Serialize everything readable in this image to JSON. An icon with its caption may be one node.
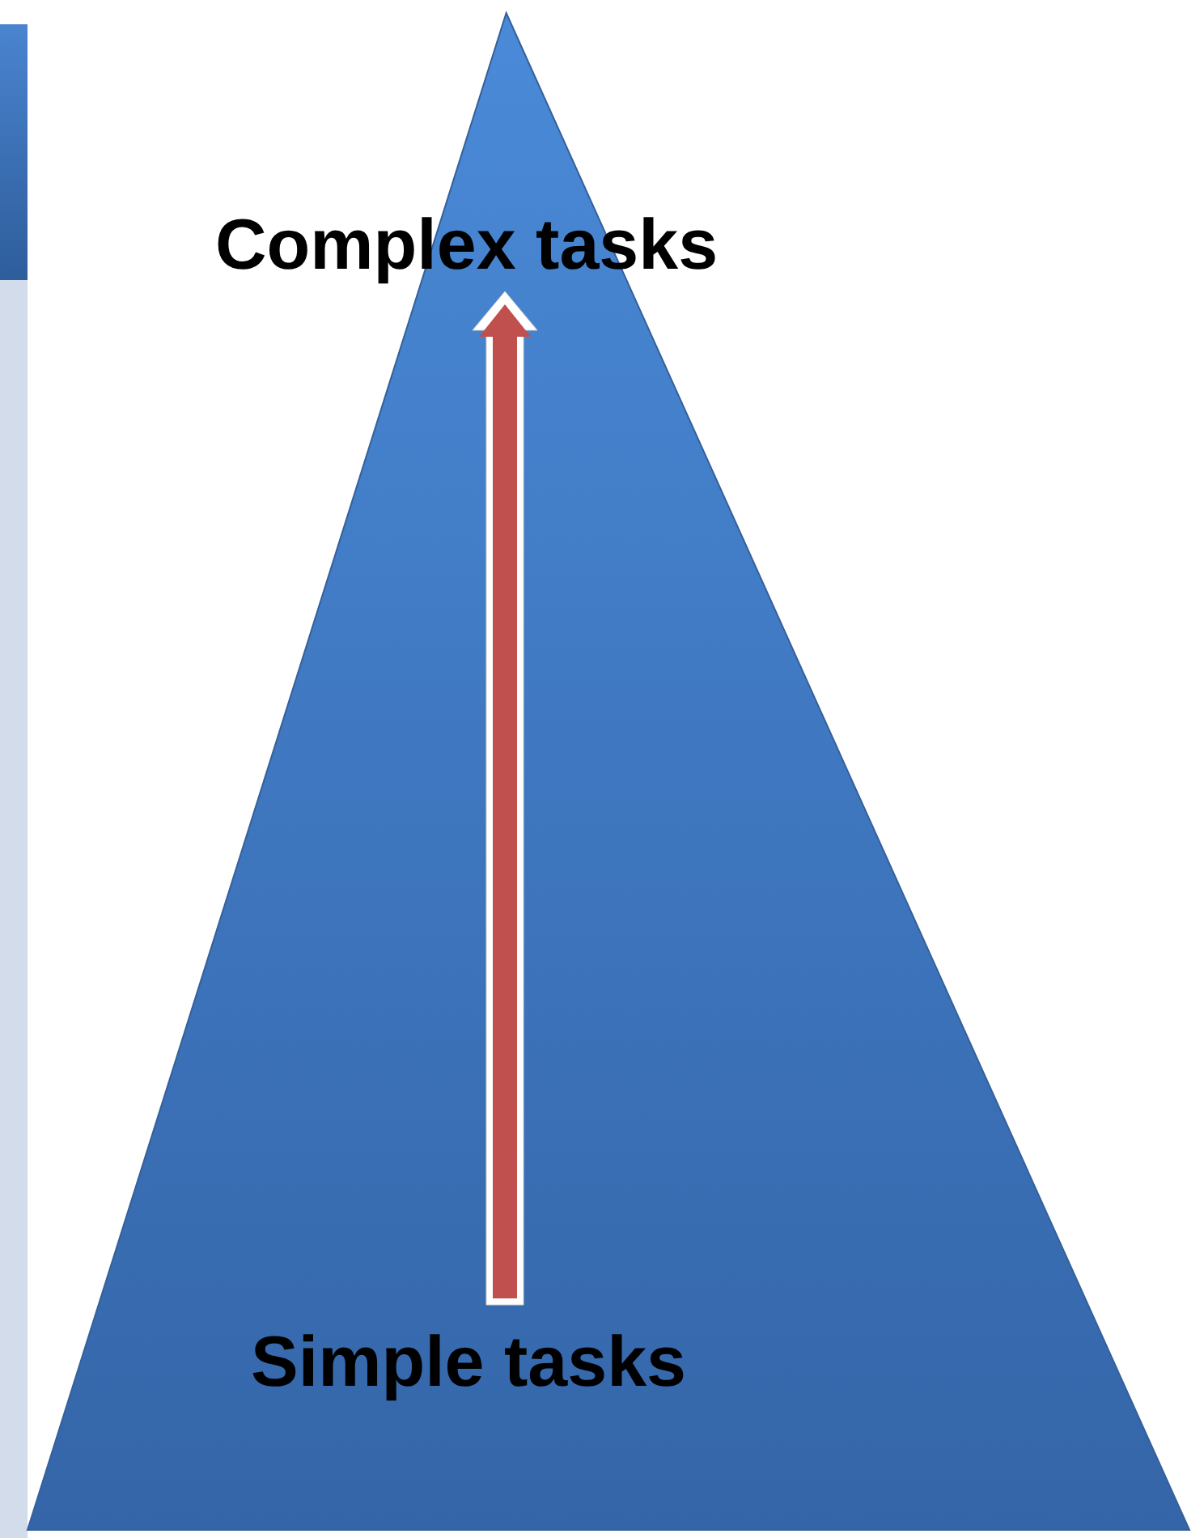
{
  "diagram": {
    "nodes": [
      {
        "text": [],
        "shape": "triangle"
      },
      {
        "text": [
          "Complex tasks"
        ],
        "in": 0
      },
      {
        "text": [
          "Simple tasks"
        ],
        "in": 0
      }
    ],
    "edges": [
      {
        "from": 2,
        "to": 1,
        "arrow": "to",
        "color": "#c0504d"
      }
    ]
  }
}
